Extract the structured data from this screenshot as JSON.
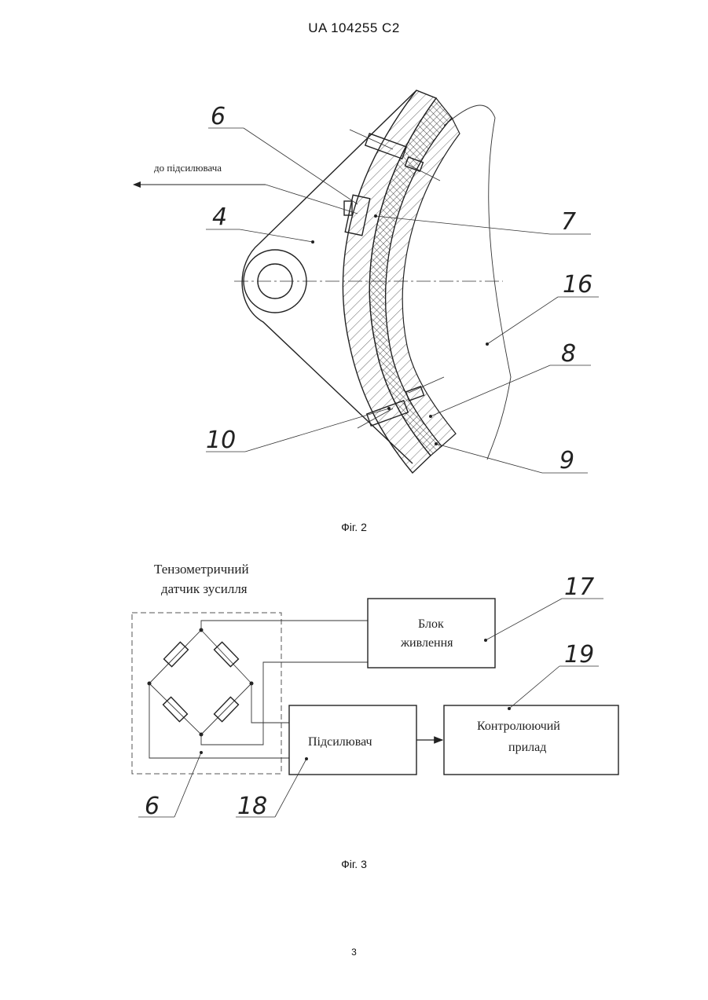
{
  "header": {
    "text": "UA   104255   C2"
  },
  "fig2": {
    "caption": "Фіг. 2",
    "amp_label": "до підсилювача",
    "labels": {
      "l6": "6",
      "l4": "4",
      "l7": "7",
      "l16": "16",
      "l8": "8",
      "l10": "10",
      "l9": "9"
    }
  },
  "fig3": {
    "caption": "Фіг. 3",
    "sensor_title_1": "Тензометричний",
    "sensor_title_2": "датчик зусилля",
    "power_1": "Блок",
    "power_2": "живлення",
    "amplifier": "Підсилювач",
    "control_1": "Контролюючий",
    "control_2": "прилад",
    "labels": {
      "l17": "17",
      "l19": "19",
      "l6": "6",
      "l18": "18"
    }
  },
  "page_number": "3"
}
